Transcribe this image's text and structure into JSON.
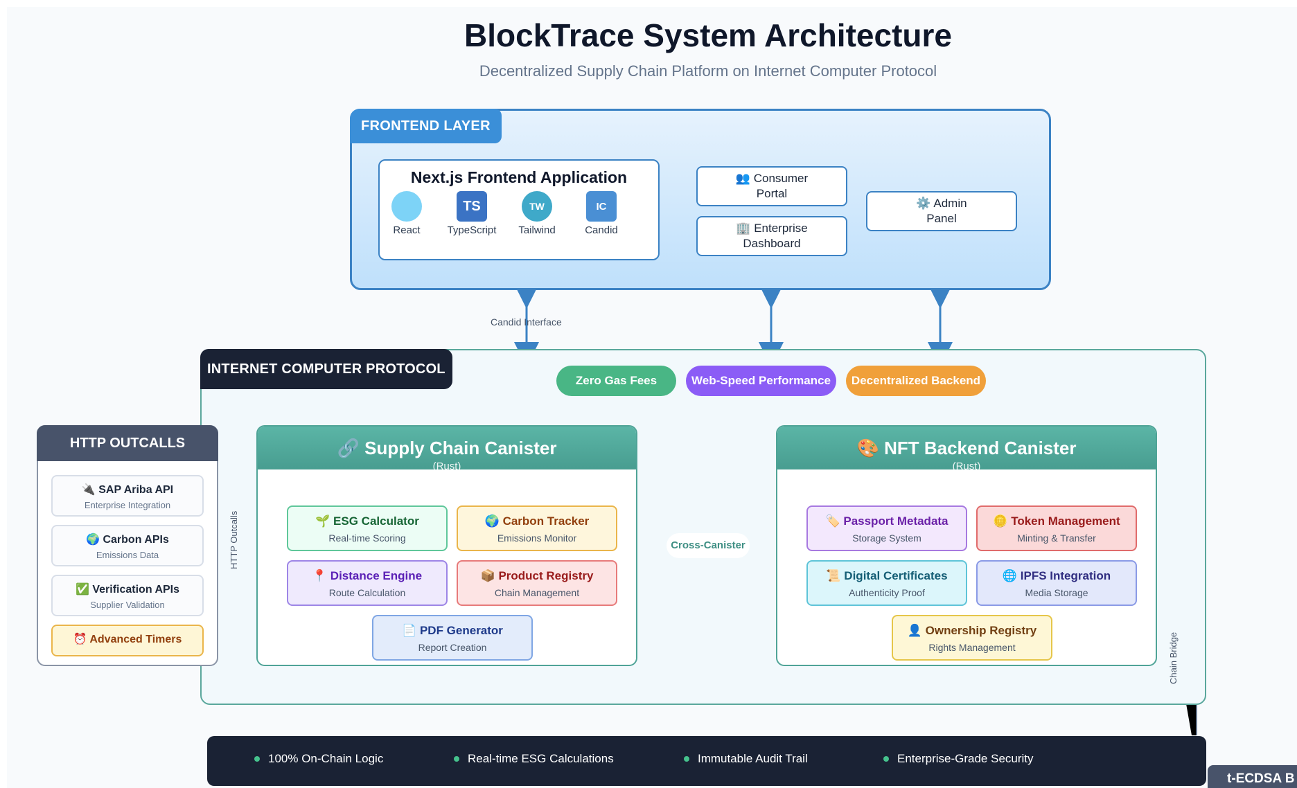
{
  "header": {
    "title": "BlockTrace System Architecture",
    "subtitle": "Decentralized Supply Chain Platform on Internet Computer Protocol"
  },
  "frontend": {
    "tag": "FRONTEND LAYER",
    "app_title": "Next.js Frontend Application",
    "techs": [
      {
        "label": "React",
        "badge": "",
        "color": "#7dd3f7"
      },
      {
        "label": "TypeScript",
        "badge": "TS",
        "color": "#3b73c4"
      },
      {
        "label": "Tailwind",
        "badge": "TW",
        "color": "#3fa9c9"
      },
      {
        "label": "Candid",
        "badge": "IC",
        "color": "#4a8fd4"
      }
    ],
    "consumer_portal": "👥 Consumer Portal",
    "enterprise_dashboard": "🏢 Enterprise Dashboard",
    "admin_panel": "⚙️ Admin Panel"
  },
  "connectors": {
    "candid_interface": "Candid Interface",
    "http_outcalls": "HTTP Outcalls",
    "cross_canister": "Cross-Canister",
    "chain_bridge": "Chain Bridge"
  },
  "icp": {
    "tag": "INTERNET COMPUTER PROTOCOL",
    "pills": [
      {
        "label": "Zero Gas Fees",
        "color": "#49b685"
      },
      {
        "label": "Web-Speed Performance",
        "color": "#8b5cf6"
      },
      {
        "label": "Decentralized Backend",
        "color": "#f0a03a"
      }
    ]
  },
  "supply_chain": {
    "title": "🔗 Supply Chain Canister",
    "subtitle": "(Rust)",
    "modules": [
      {
        "title": "🌱 ESG Calculator",
        "sub": "Real-time Scoring",
        "bg": "#ecfdf5",
        "border": "#5fc79a",
        "color": "#166534"
      },
      {
        "title": "🌍 Carbon Tracker",
        "sub": "Emissions Monitor",
        "bg": "#fef6dc",
        "border": "#eab54a",
        "color": "#92400e"
      },
      {
        "title": "📍 Distance Engine",
        "sub": "Route Calculation",
        "bg": "#efeafd",
        "border": "#9d85e6",
        "color": "#5b21b6"
      },
      {
        "title": "📦 Product Registry",
        "sub": "Chain Management",
        "bg": "#fde4e4",
        "border": "#e77a7a",
        "color": "#991b1b"
      },
      {
        "title": "📄 PDF Generator",
        "sub": "Report Creation",
        "bg": "#e3ecfb",
        "border": "#7fa6e4",
        "color": "#1e3a8a"
      }
    ]
  },
  "nft": {
    "title": "🎨 NFT Backend Canister",
    "subtitle": "(Rust)",
    "modules": [
      {
        "title": "🏷️ Passport Metadata",
        "sub": "Storage System",
        "bg": "#f3e8fd",
        "border": "#a779e0",
        "color": "#6b21a8"
      },
      {
        "title": "🪙 Token Management",
        "sub": "Minting & Transfer",
        "bg": "#fbd9d9",
        "border": "#e06b6b",
        "color": "#991b1b"
      },
      {
        "title": "📜 Digital Certificates",
        "sub": "Authenticity Proof",
        "bg": "#dcf6fb",
        "border": "#5ec4d8",
        "color": "#155e75"
      },
      {
        "title": "🌐 IPFS Integration",
        "sub": "Media Storage",
        "bg": "#e3e8fb",
        "border": "#8a9ae6",
        "color": "#312e81"
      },
      {
        "title": "👤 Ownership Registry",
        "sub": "Rights Management",
        "bg": "#fef7d6",
        "border": "#e6c64a",
        "color": "#713f12"
      }
    ]
  },
  "http": {
    "title": "HTTP OUTCALLS",
    "items": [
      {
        "title": "🔌 SAP Ariba API",
        "sub": "Enterprise Integration"
      },
      {
        "title": "🌍 Carbon APIs",
        "sub": "Emissions Data"
      },
      {
        "title": "✅ Verification APIs",
        "sub": "Supplier Validation"
      }
    ],
    "timers": "⏰ Advanced Timers"
  },
  "footer": {
    "features": [
      "100% On-Chain Logic",
      "Real-time ESG Calculations",
      "Immutable Audit Trail",
      "Enterprise-Grade Security"
    ],
    "ecdsa_tag": "t-ECDSA B"
  }
}
